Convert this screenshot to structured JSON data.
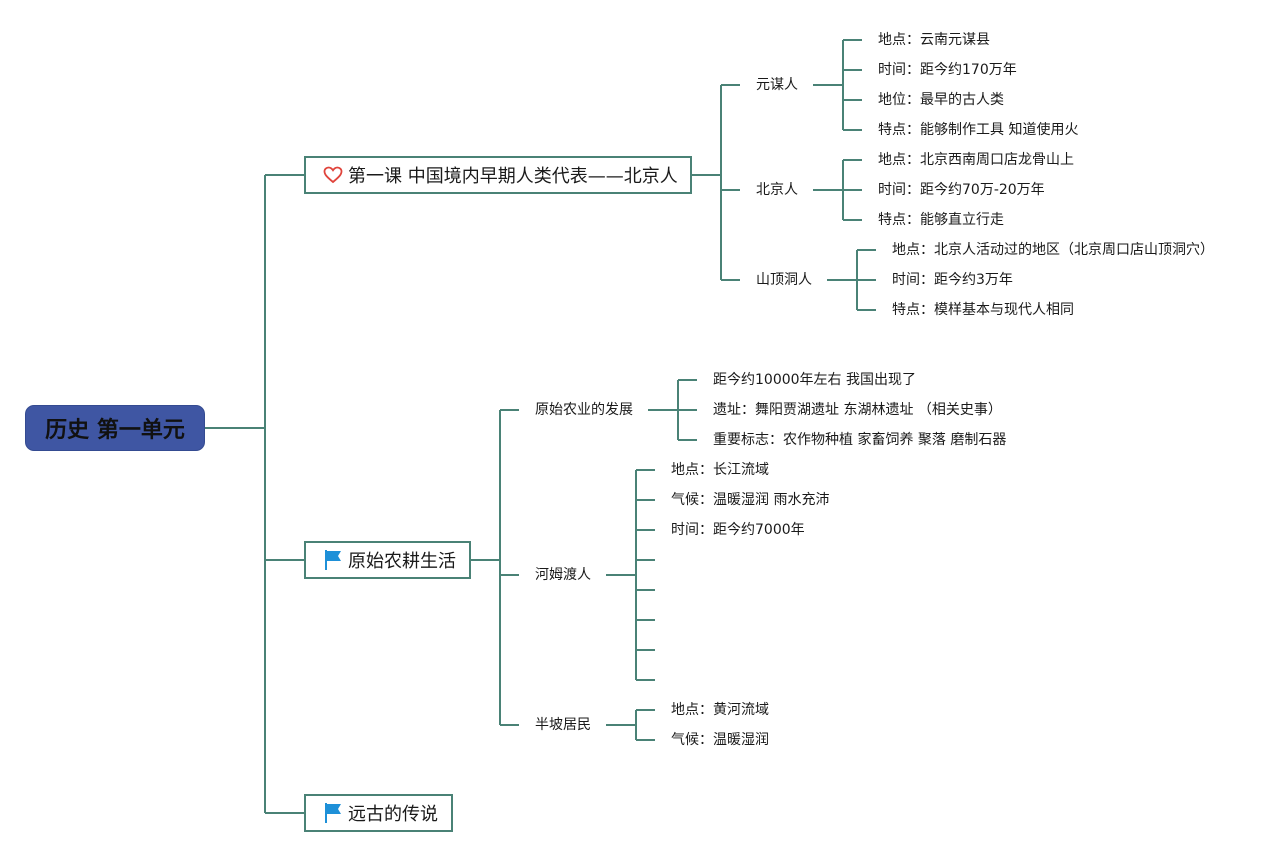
{
  "root": {
    "title": "历史 第一单元"
  },
  "branches": [
    {
      "title": "第一课 中国境内早期人类代表——北京人",
      "icon": "heart-outline-icon",
      "children": [
        {
          "title": "元谋人",
          "items": [
            "地点：云南元谋县",
            "时间：距今约170万年",
            "地位：最早的古人类",
            "特点：能够制作工具 知道使用火"
          ]
        },
        {
          "title": "北京人",
          "items": [
            "地点：北京西南周口店龙骨山上",
            "时间：距今约70万-20万年",
            "特点：能够直立行走"
          ]
        },
        {
          "title": "山顶洞人",
          "items": [
            "地点：北京人活动过的地区（北京周口店山顶洞穴）",
            "时间：距今约3万年",
            "特点：模样基本与现代人相同"
          ]
        }
      ]
    },
    {
      "title": "原始农耕生活",
      "icon": "blue-flag-icon",
      "children": [
        {
          "title": "原始农业的发展",
          "items": [
            "距今约10000年左右 我国出现了",
            "遗址：舞阳贾湖遗址 东湖林遗址 （相关史事）",
            "重要标志：农作物种植 家畜饲养 聚落 磨制石器"
          ]
        },
        {
          "title": "河姆渡人",
          "items": [
            "地点：长江流域",
            "气候：温暖湿润 雨水充沛",
            "时间：距今约7000年",
            "",
            "",
            "",
            "",
            ""
          ]
        },
        {
          "title": "半坡居民",
          "items": [
            "地点：黄河流域",
            "气候：温暖湿润"
          ]
        }
      ]
    },
    {
      "title": "远古的传说",
      "icon": "blue-flag-icon",
      "children": []
    }
  ],
  "colors": {
    "connector": "#4a8276",
    "root_fill": "#3f56a3",
    "heart": "#e0443c",
    "flag": "#1e90d8"
  }
}
